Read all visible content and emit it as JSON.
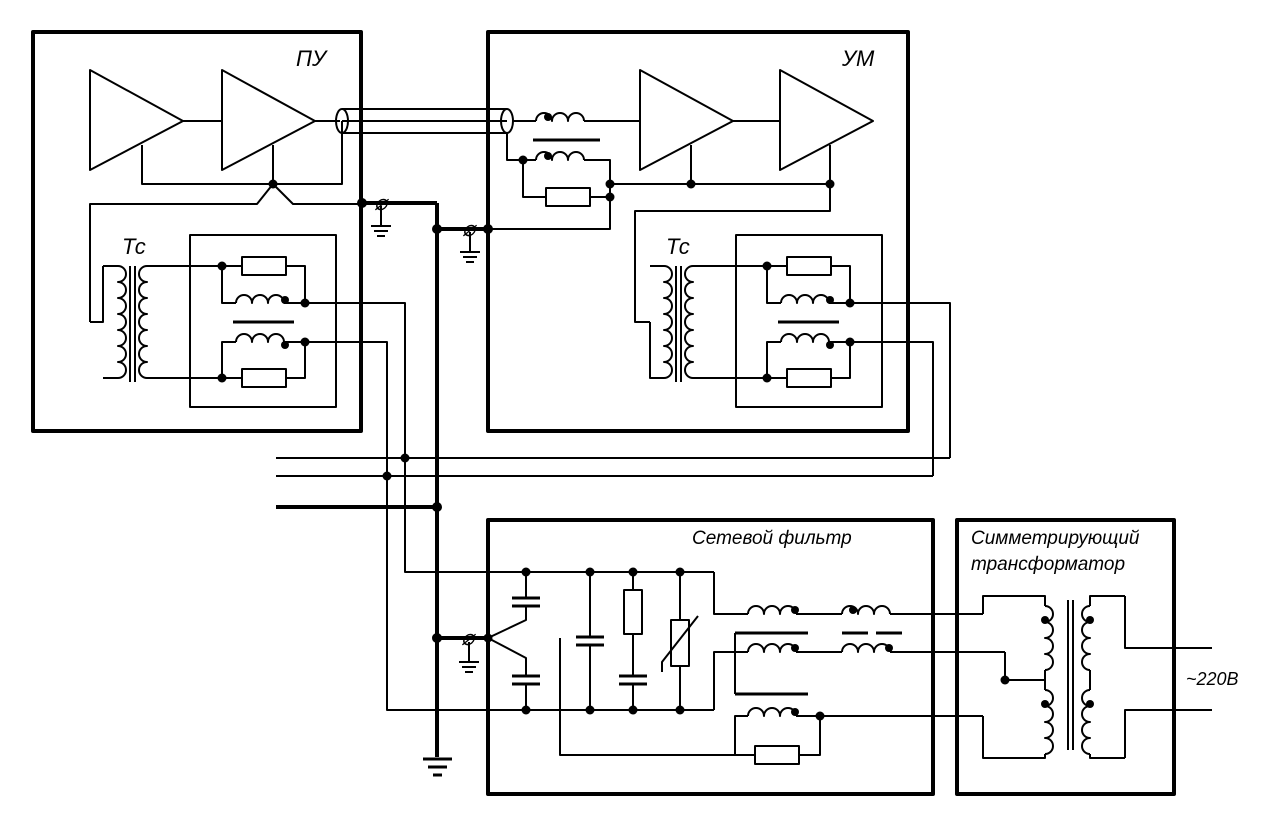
{
  "labels": {
    "preamp": "ПУ",
    "amp": "УМ",
    "tc_preamp": "Тс",
    "tc_amp": "Тс",
    "filter": "Сетевой фильтр",
    "sym_line1": "Симметрирующий",
    "sym_line2": "трансформатор",
    "mains": "~220В",
    "iso_mark": "⌀"
  }
}
